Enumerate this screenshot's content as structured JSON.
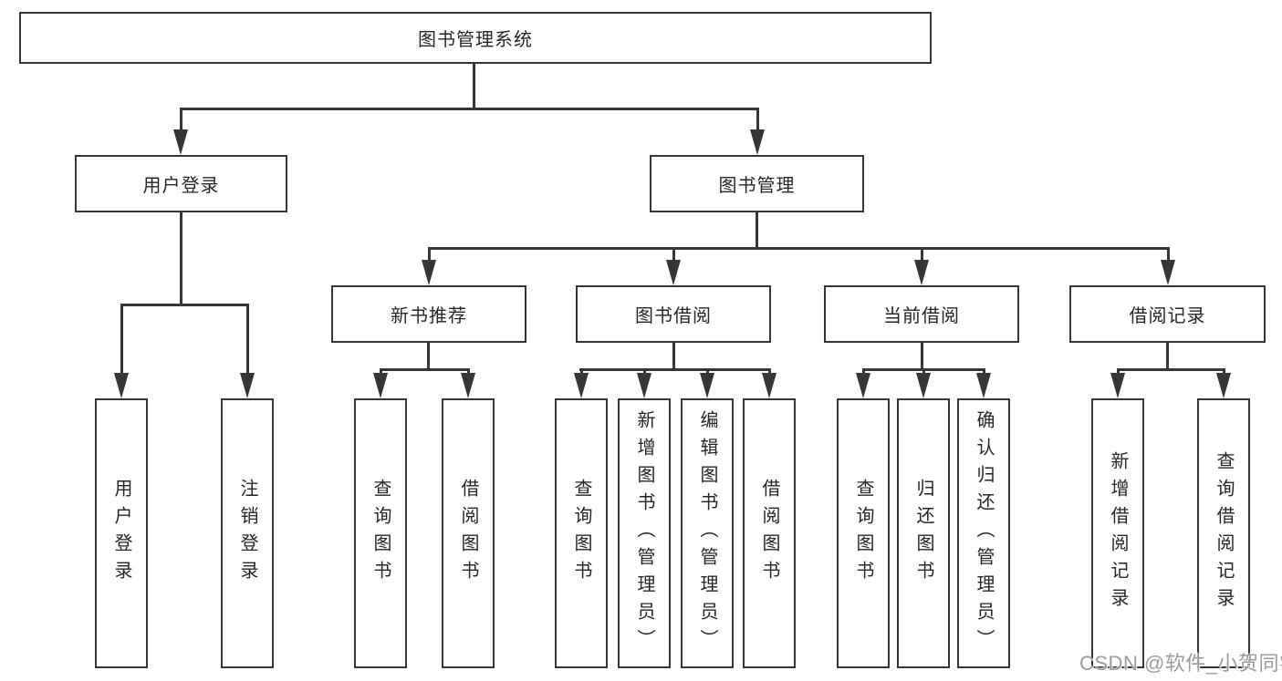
{
  "diagram": {
    "root": {
      "label": "图书管理系统"
    },
    "level1": {
      "user_login": {
        "label": "用户登录"
      },
      "book_management": {
        "label": "图书管理"
      }
    },
    "level2": {
      "new_book_recommend": {
        "label": "新书推荐"
      },
      "book_borrowing": {
        "label": "图书借阅"
      },
      "current_borrowing": {
        "label": "当前借阅"
      },
      "borrowing_records": {
        "label": "借阅记录"
      }
    },
    "leaves": {
      "user_login": {
        "label": "用户登录"
      },
      "logout": {
        "label": "注销登录"
      },
      "recommend_query_book": {
        "label": "查询图书"
      },
      "recommend_borrow_book": {
        "label": "借阅图书"
      },
      "borrow_query_book": {
        "label": "查询图书"
      },
      "add_book_admin": {
        "label": "新增图书（管理员）"
      },
      "edit_book_admin": {
        "label": "编辑图书（管理员）"
      },
      "borrow_borrow_book": {
        "label": "借阅图书"
      },
      "current_query_book": {
        "label": "查询图书"
      },
      "return_book": {
        "label": "归还图书"
      },
      "confirm_return_admin": {
        "label": "确认归还（管理员）"
      },
      "add_borrow_record": {
        "label": "新增借阅记录"
      },
      "query_borrow_record": {
        "label": "查询借阅记录"
      }
    }
  },
  "watermark": {
    "text": "CSDN @软件_小贺同学",
    "color": "#9c9c9c"
  },
  "colors": {
    "line": "#363636",
    "box_border": "#363636",
    "text": "#262626",
    "background": "#ffffff"
  }
}
